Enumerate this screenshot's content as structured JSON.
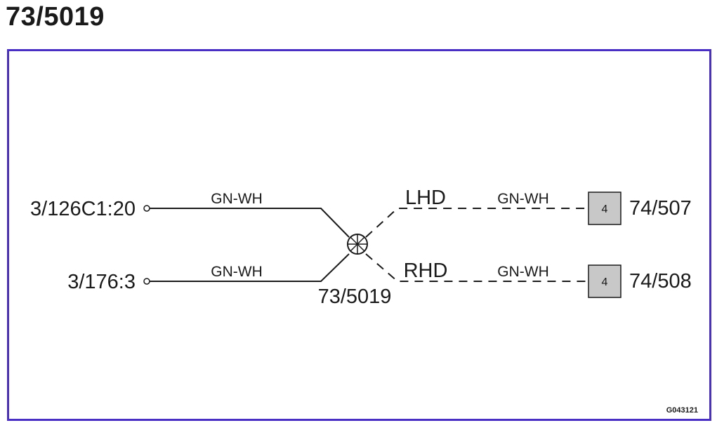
{
  "title": "73/5019",
  "splice": {
    "label": "73/5019"
  },
  "inputs": [
    {
      "label": "3/126C1:20",
      "wire": "GN-WH"
    },
    {
      "label": "3/176:3",
      "wire": "GN-WH"
    }
  ],
  "outputs": [
    {
      "variant": "LHD",
      "wire": "GN-WH",
      "pin": "4",
      "connector": "74/507"
    },
    {
      "variant": "RHD",
      "wire": "GN-WH",
      "pin": "4",
      "connector": "74/508"
    }
  ],
  "figure_id": "G043121",
  "colors": {
    "frame": "#4a2fc4",
    "connector_fill": "#c8c8c8",
    "line": "#1a1a1a"
  }
}
